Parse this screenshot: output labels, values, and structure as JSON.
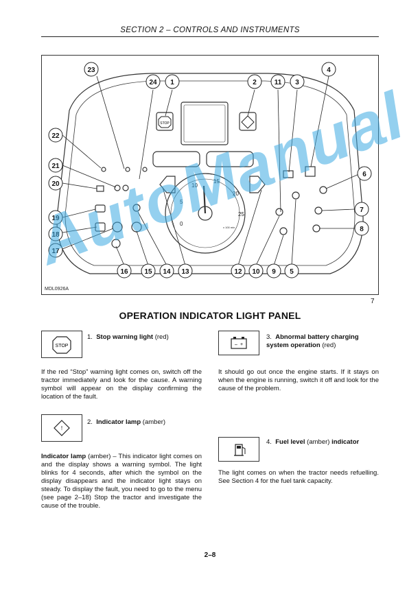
{
  "header": {
    "section_title": "SECTION 2 – CONTROLS AND INSTRUMENTS"
  },
  "figure": {
    "code": "MDL0926A",
    "number": "7",
    "callouts": [
      "1",
      "2",
      "3",
      "4",
      "5",
      "6",
      "7",
      "8",
      "9",
      "10",
      "11",
      "12",
      "13",
      "14",
      "15",
      "16",
      "17",
      "18",
      "19",
      "20",
      "21",
      "22",
      "23",
      "24"
    ],
    "gauge_ticks": [
      "0",
      "5",
      "10",
      "15",
      "20",
      "25"
    ],
    "gauge_caption": "x 100\nmin"
  },
  "panel_title": "OPERATION INDICATOR LIGHT PANEL",
  "items": [
    {
      "num": "1.",
      "label_bold": "Stop",
      "label_bold2": " warning light",
      "color": "(red)",
      "icon": "stop-octagon-icon",
      "icon_text": "STOP",
      "body": "If the red “Stop” warning light comes on, switch off the tractor immediately and look for the cause. A warning symbol will appear on the display confirming the location of the fault."
    },
    {
      "num": "2.",
      "label_bold": "Indicator lamp",
      "color": "(amber)",
      "icon": "warning-diamond-icon",
      "body_bold": "Indicator lamp",
      "body": " (amber) – This indicator light comes on and the display shows a warning symbol. The light blinks for 4 seconds, after which the symbol on the display disappears and the indicator light stays on steady. To display the fault, you need to go to the menu (see page 2–18) Stop the tractor and investigate the cause of the trouble."
    },
    {
      "num": "3.",
      "label_bold": "Abnormal battery charging system operation",
      "color": "(red)",
      "icon": "battery-icon",
      "body": "It should go out once the engine starts. If it stays on when the engine is running, switch it off and look for the cause of the problem."
    },
    {
      "num": "4.",
      "label_bold": "Fuel level",
      "color": "(amber)",
      "label_bold2": " indicator",
      "icon": "fuel-pump-icon",
      "body": "The light comes on when the tractor needs refuelling. See Section 4 for the fuel tank capacity."
    }
  ],
  "page_number": "2–8",
  "watermark": "AutoManual",
  "colors": {
    "watermark": "#3caae1",
    "ink": "#111111"
  }
}
